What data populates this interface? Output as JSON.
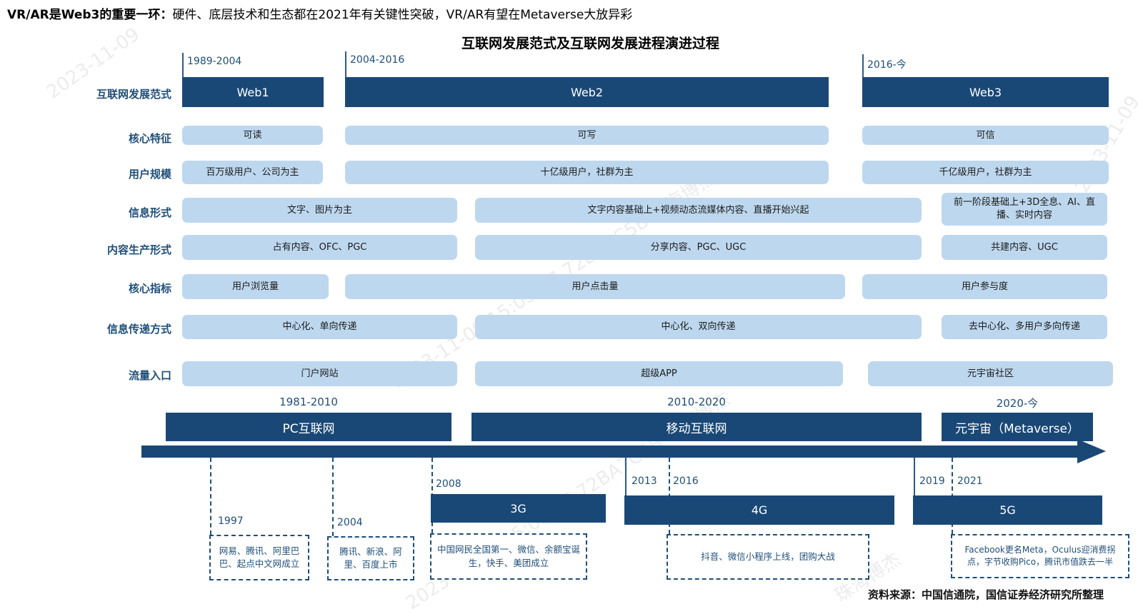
{
  "page": {
    "headline_bold": "VR/AR是Web3的重要一环：",
    "headline_rest": "硬件、底层技术和生态都在2021年有关键性突破，VR/AR有望在Metaverse大放异彩",
    "title": "互联网发展范式及互联网发展进程演进过程",
    "source": "资料来源：中国信通院，国信证券经济研究所整理",
    "watermark_text": "2023-11-09 15:03:17 72BA7C5B 珠海博杰",
    "watermark_short_a": "2023-11-09",
    "watermark_short_b": "珠海博杰"
  },
  "colors": {
    "dark_navy": "#1A4876",
    "light_blue": "#BDD7EE",
    "text_navy": "#1F4E79"
  },
  "eras": [
    {
      "period": "1989-2004",
      "name": "Web1"
    },
    {
      "period": "2004-2016",
      "name": "Web2"
    },
    {
      "period": "2016-今",
      "name": "Web3"
    }
  ],
  "rows": [
    {
      "label": "互联网发展范式",
      "web1": "Web1",
      "web2": "Web2",
      "web3": "Web3"
    },
    {
      "label": "核心特征",
      "web1": "可读",
      "web2": "可写",
      "web3": "可信"
    },
    {
      "label": "用户规模",
      "web1": "百万级用户、公司为主",
      "web2": "十亿级用户，社群为主",
      "web3": "千亿级用户，社群为主"
    },
    {
      "label": "信息形式",
      "web1": "文字、图片为主",
      "web2": "文字内容基础上+视频动态流媒体内容、直播开始兴起",
      "web3": "前一阶段基础上+3D全息、AI、直播、实时内容"
    },
    {
      "label": "内容生产形式",
      "web1": "占有内容、OFC、PGC",
      "web2": "分享内容、PGC、UGC",
      "web3": "共建内容、UGC"
    },
    {
      "label": "核心指标",
      "web1": "用户浏览量",
      "web2": "用户点击量",
      "web3": "用户参与度"
    },
    {
      "label": "信息传递方式",
      "web1": "中心化、单向传递",
      "web2": "中心化、双向传递",
      "web3": "去中心化、多用户多向传递"
    },
    {
      "label": "流量入口",
      "web1": "门户网站",
      "web2": "超级APP",
      "web3": "元宇宙社区"
    }
  ],
  "timeline": {
    "stages": [
      {
        "period": "1981-2010",
        "name": "PC互联网"
      },
      {
        "period": "2010-2020",
        "name": "移动互联网"
      },
      {
        "period": "2020-今",
        "name": "元宇宙（Metaverse）"
      }
    ],
    "generations": [
      {
        "name": "3G",
        "start": "2008",
        "end": ""
      },
      {
        "name": "4G",
        "start": "2013",
        "end": "2016"
      },
      {
        "name": "5G",
        "start": "2019",
        "end": "2021"
      }
    ],
    "events": [
      {
        "year": "1997",
        "text": "网易、腾讯、阿里巴巴、起点中文网成立"
      },
      {
        "year": "2004",
        "text": "腾讯、新浪、阿里、百度上市"
      },
      {
        "year": "2008",
        "text": "中国网民全国第一、微信、余额宝诞生，快手、美团成立"
      },
      {
        "year": "2016",
        "text": "抖音、微信小程序上线，团购大战"
      },
      {
        "year": "2021",
        "text": "Facebook更名Meta，Oculus迎消费拐点，字节收购Pico，腾讯市值跌去一半"
      }
    ]
  }
}
